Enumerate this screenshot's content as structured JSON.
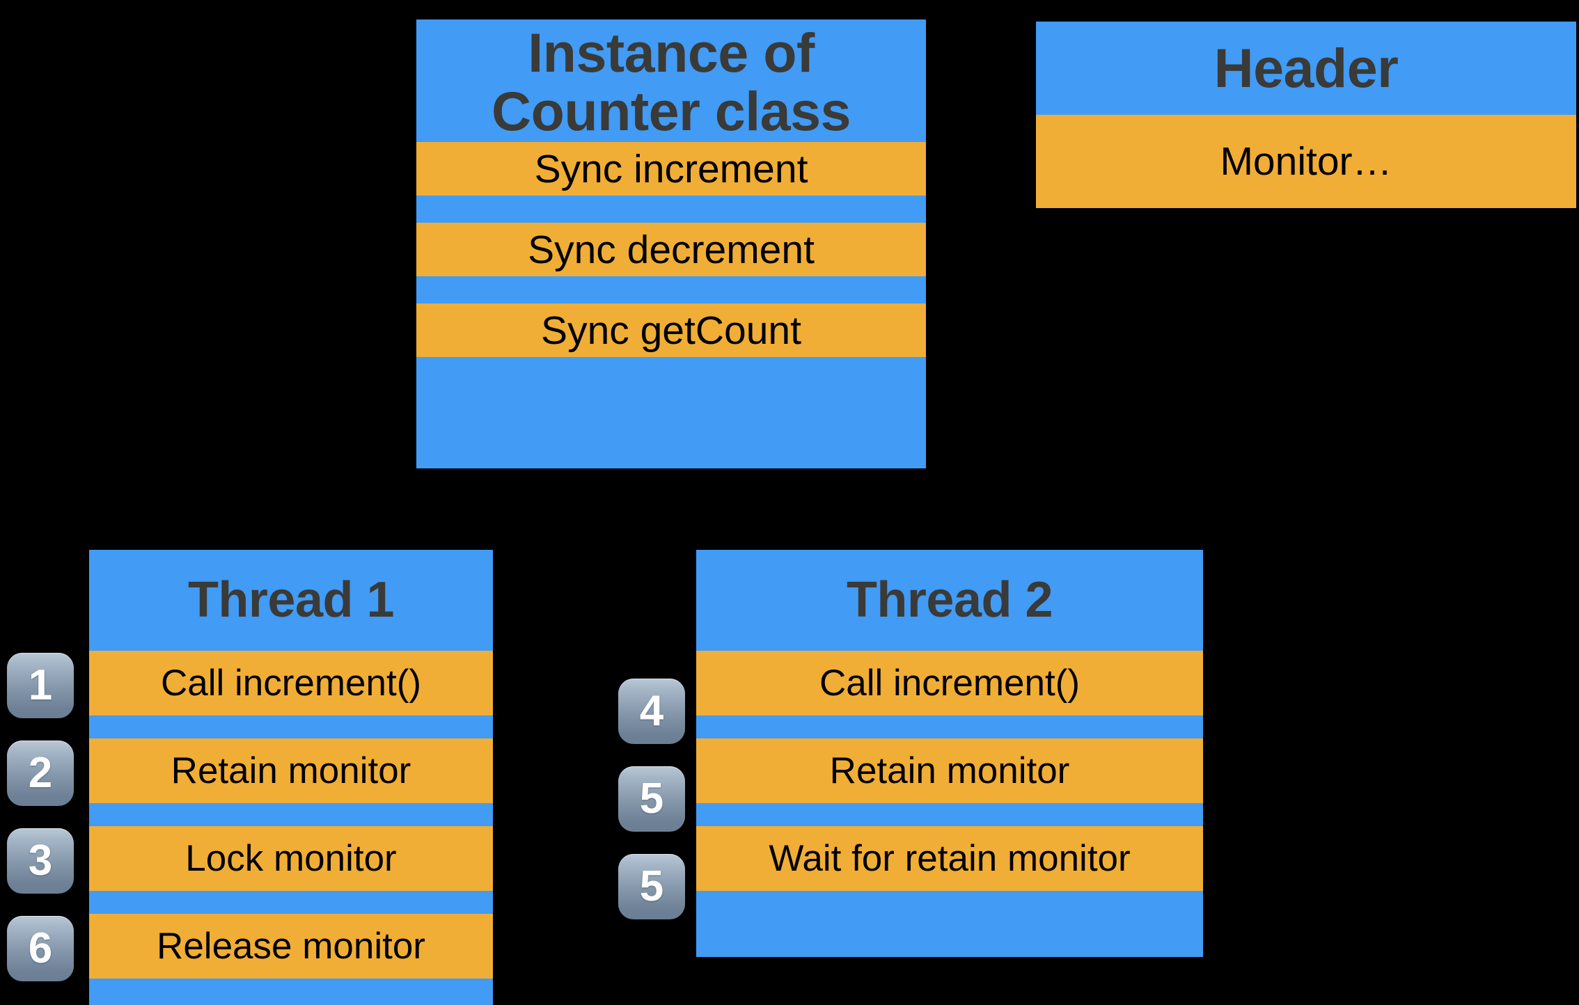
{
  "diagram": {
    "background_color": "#000000",
    "blue": "#429BF4",
    "orange": "#F0AE36",
    "title_color": "#3A3A38",
    "row_text_color": "#000000",
    "badge_text_color": "#FFFFFF"
  },
  "counter_panel": {
    "title": "Instance of\nCounter class",
    "rows": [
      {
        "label": "Sync increment"
      },
      {
        "label": "Sync decrement"
      },
      {
        "label": "Sync getCount"
      }
    ]
  },
  "header_panel": {
    "title": "Header",
    "rows": [
      {
        "label": "Monitor…"
      }
    ]
  },
  "thread1_panel": {
    "title": "Thread 1",
    "rows": [
      {
        "step": "1",
        "label": "Call increment()"
      },
      {
        "step": "2",
        "label": "Retain monitor"
      },
      {
        "step": "3",
        "label": "Lock monitor"
      },
      {
        "step": "6",
        "label": "Release monitor"
      }
    ]
  },
  "thread2_panel": {
    "title": "Thread 2",
    "rows": [
      {
        "step": "4",
        "label": "Call increment()"
      },
      {
        "step": "5",
        "label": "Retain monitor"
      },
      {
        "step": "5",
        "label": "Wait for retain monitor"
      }
    ]
  }
}
